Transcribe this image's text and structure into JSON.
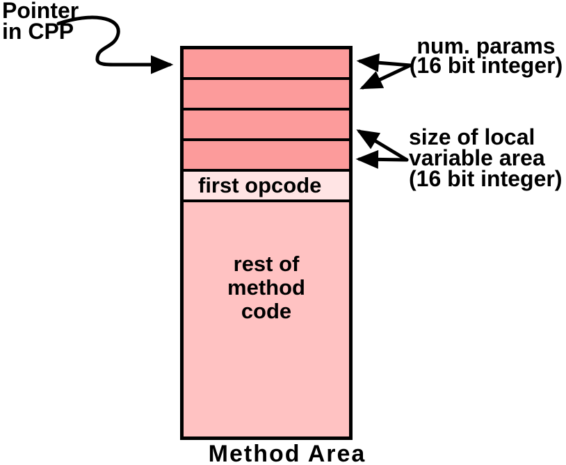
{
  "colors": {
    "slot_fill": "#fc9b9b",
    "opcode_fill": "#ffe4e4",
    "code_fill": "#ffc2c2",
    "line": "#000000",
    "background": "#ffffff"
  },
  "pointer_label": {
    "line1": "Pointer",
    "line2": "in CPP"
  },
  "annotations": {
    "num_params": {
      "line1": "num. params",
      "line2": "(16 bit integer)"
    },
    "local_vars": {
      "line1": "size of local",
      "line2": "variable area",
      "line3": "(16 bit integer)"
    }
  },
  "stack": {
    "first_opcode": "first opcode",
    "rest_of_code": {
      "line1": "rest of",
      "line2": "method",
      "line3": "code"
    },
    "caption": "Method Area"
  }
}
